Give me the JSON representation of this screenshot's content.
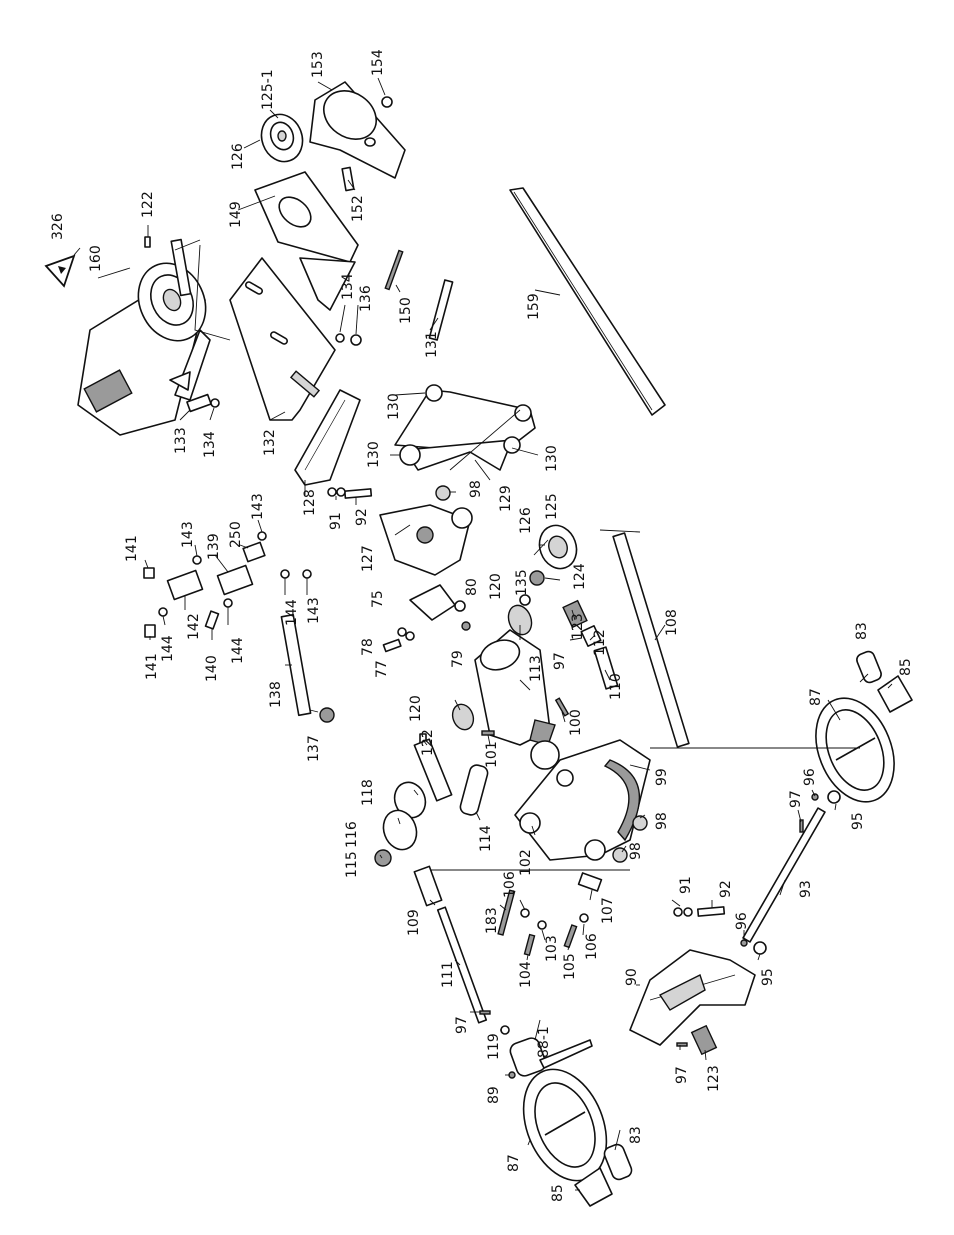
{
  "labels": {
    "l326": "326",
    "l160": "160",
    "l122a": "122",
    "l149": "149",
    "l126a": "126",
    "l125_1": "125-1",
    "l153": "153",
    "l154": "154",
    "l152": "152",
    "l134a": "134",
    "l136": "136",
    "l150": "150",
    "l131": "131",
    "l159": "159",
    "l133": "133",
    "l134b": "134",
    "l132": "132",
    "l130a": "130",
    "l130b": "130",
    "l130c": "130",
    "l129": "129",
    "l128": "128",
    "l98a": "98",
    "l91a": "91",
    "l92a": "92",
    "l127": "127",
    "l126b": "126",
    "l125": "125",
    "l124": "124",
    "l141a": "141",
    "l143a": "143",
    "l139": "139",
    "l250": "250",
    "l143b": "143",
    "l142": "142",
    "l144a": "144",
    "l141b": "141",
    "l140": "140",
    "l144b": "144",
    "l144c": "144",
    "l143c": "143",
    "l138": "138",
    "l137": "137",
    "l75": "75",
    "l80": "80",
    "l78": "78",
    "l77": "77",
    "l79": "79",
    "l135": "135",
    "l120a": "120",
    "l123a": "123",
    "l112": "112",
    "l97a": "97",
    "l110": "110",
    "l108": "108",
    "l113": "113",
    "l100": "100",
    "l120b": "120",
    "l122b": "122",
    "l101": "101",
    "l118": "118",
    "l116": "116",
    "l115": "115",
    "l114": "114",
    "l99": "99",
    "l98b": "98",
    "l98c": "98",
    "l102": "102",
    "l83a": "83",
    "l85a": "85",
    "l87a": "87",
    "l96a": "96",
    "l97b": "97",
    "l95a": "95",
    "l109": "109",
    "l106a": "106",
    "l183": "183",
    "l107": "107",
    "l103": "103",
    "l106b": "106",
    "l104": "104",
    "l105": "105",
    "l91b": "91",
    "l92b": "92",
    "l96b": "96",
    "l95b": "95",
    "l93": "93",
    "l90": "90",
    "l111": "111",
    "l97c": "97",
    "l119": "119",
    "l88_1": "88-1",
    "l89": "89",
    "l97d": "97",
    "l123b": "123",
    "l87b": "87",
    "l83b": "83",
    "l85b": "85"
  },
  "icons": {
    "warning": "warning-triangle-icon"
  }
}
